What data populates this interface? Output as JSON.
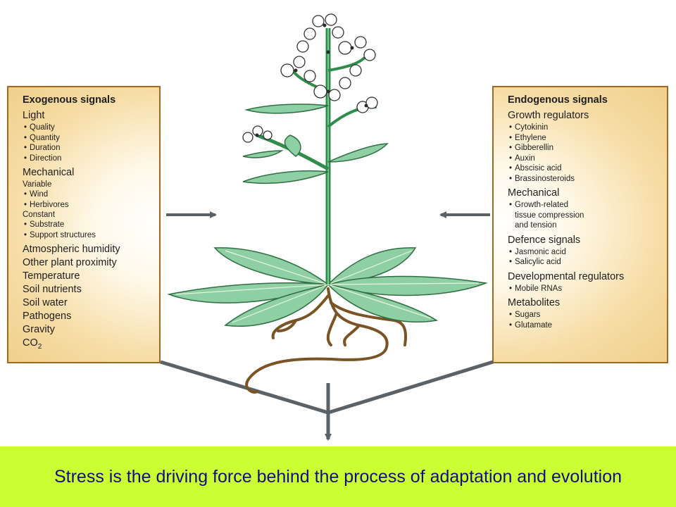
{
  "exogenous": {
    "title": "Exogenous signals",
    "light": {
      "label": "Light",
      "items": [
        "Quality",
        "Quantity",
        "Duration",
        "Direction"
      ]
    },
    "mechanical": {
      "label": "Mechanical",
      "variable_label": "Variable",
      "variable_items": [
        "Wind",
        "Herbivores"
      ],
      "constant_label": "Constant",
      "constant_items": [
        "Substrate",
        "Support structures"
      ]
    },
    "others": [
      "Atmospheric humidity",
      "Other plant proximity",
      "Temperature",
      "Soil nutrients",
      "Soil water",
      "Pathogens",
      "Gravity"
    ],
    "co2_main": "CO",
    "co2_sub": "2"
  },
  "endogenous": {
    "title": "Endogenous signals",
    "growth": {
      "label": "Growth regulators",
      "items": [
        "Cytokinin",
        "Ethylene",
        "Gibberellin",
        "Auxin",
        "Abscisic acid",
        "Brassinosteroids"
      ]
    },
    "mechanical": {
      "label": "Mechanical",
      "items": [
        "Growth-related",
        "tissue compression",
        "and tension"
      ]
    },
    "defence": {
      "label": "Defence signals",
      "items": [
        "Jasmonic acid",
        "Salicylic acid"
      ]
    },
    "developmental": {
      "label": "Developmental regulators",
      "items": [
        "Mobile RNAs"
      ]
    },
    "metabolites": {
      "label": "Metabolites",
      "items": [
        "Sugars",
        "Glutamate"
      ]
    }
  },
  "caption": "Stress is the driving force behind the process of adaptation and evolution",
  "bullet": "•",
  "colors": {
    "panel_border": "#a06820",
    "panel_fill": "#f6dca4",
    "arrow": "#5a6268",
    "caption_bg": "#ccff33",
    "caption_text": "#101080",
    "leaf": "#8fcfa4",
    "stem": "#2f8c4a",
    "root": "#7a5424"
  }
}
